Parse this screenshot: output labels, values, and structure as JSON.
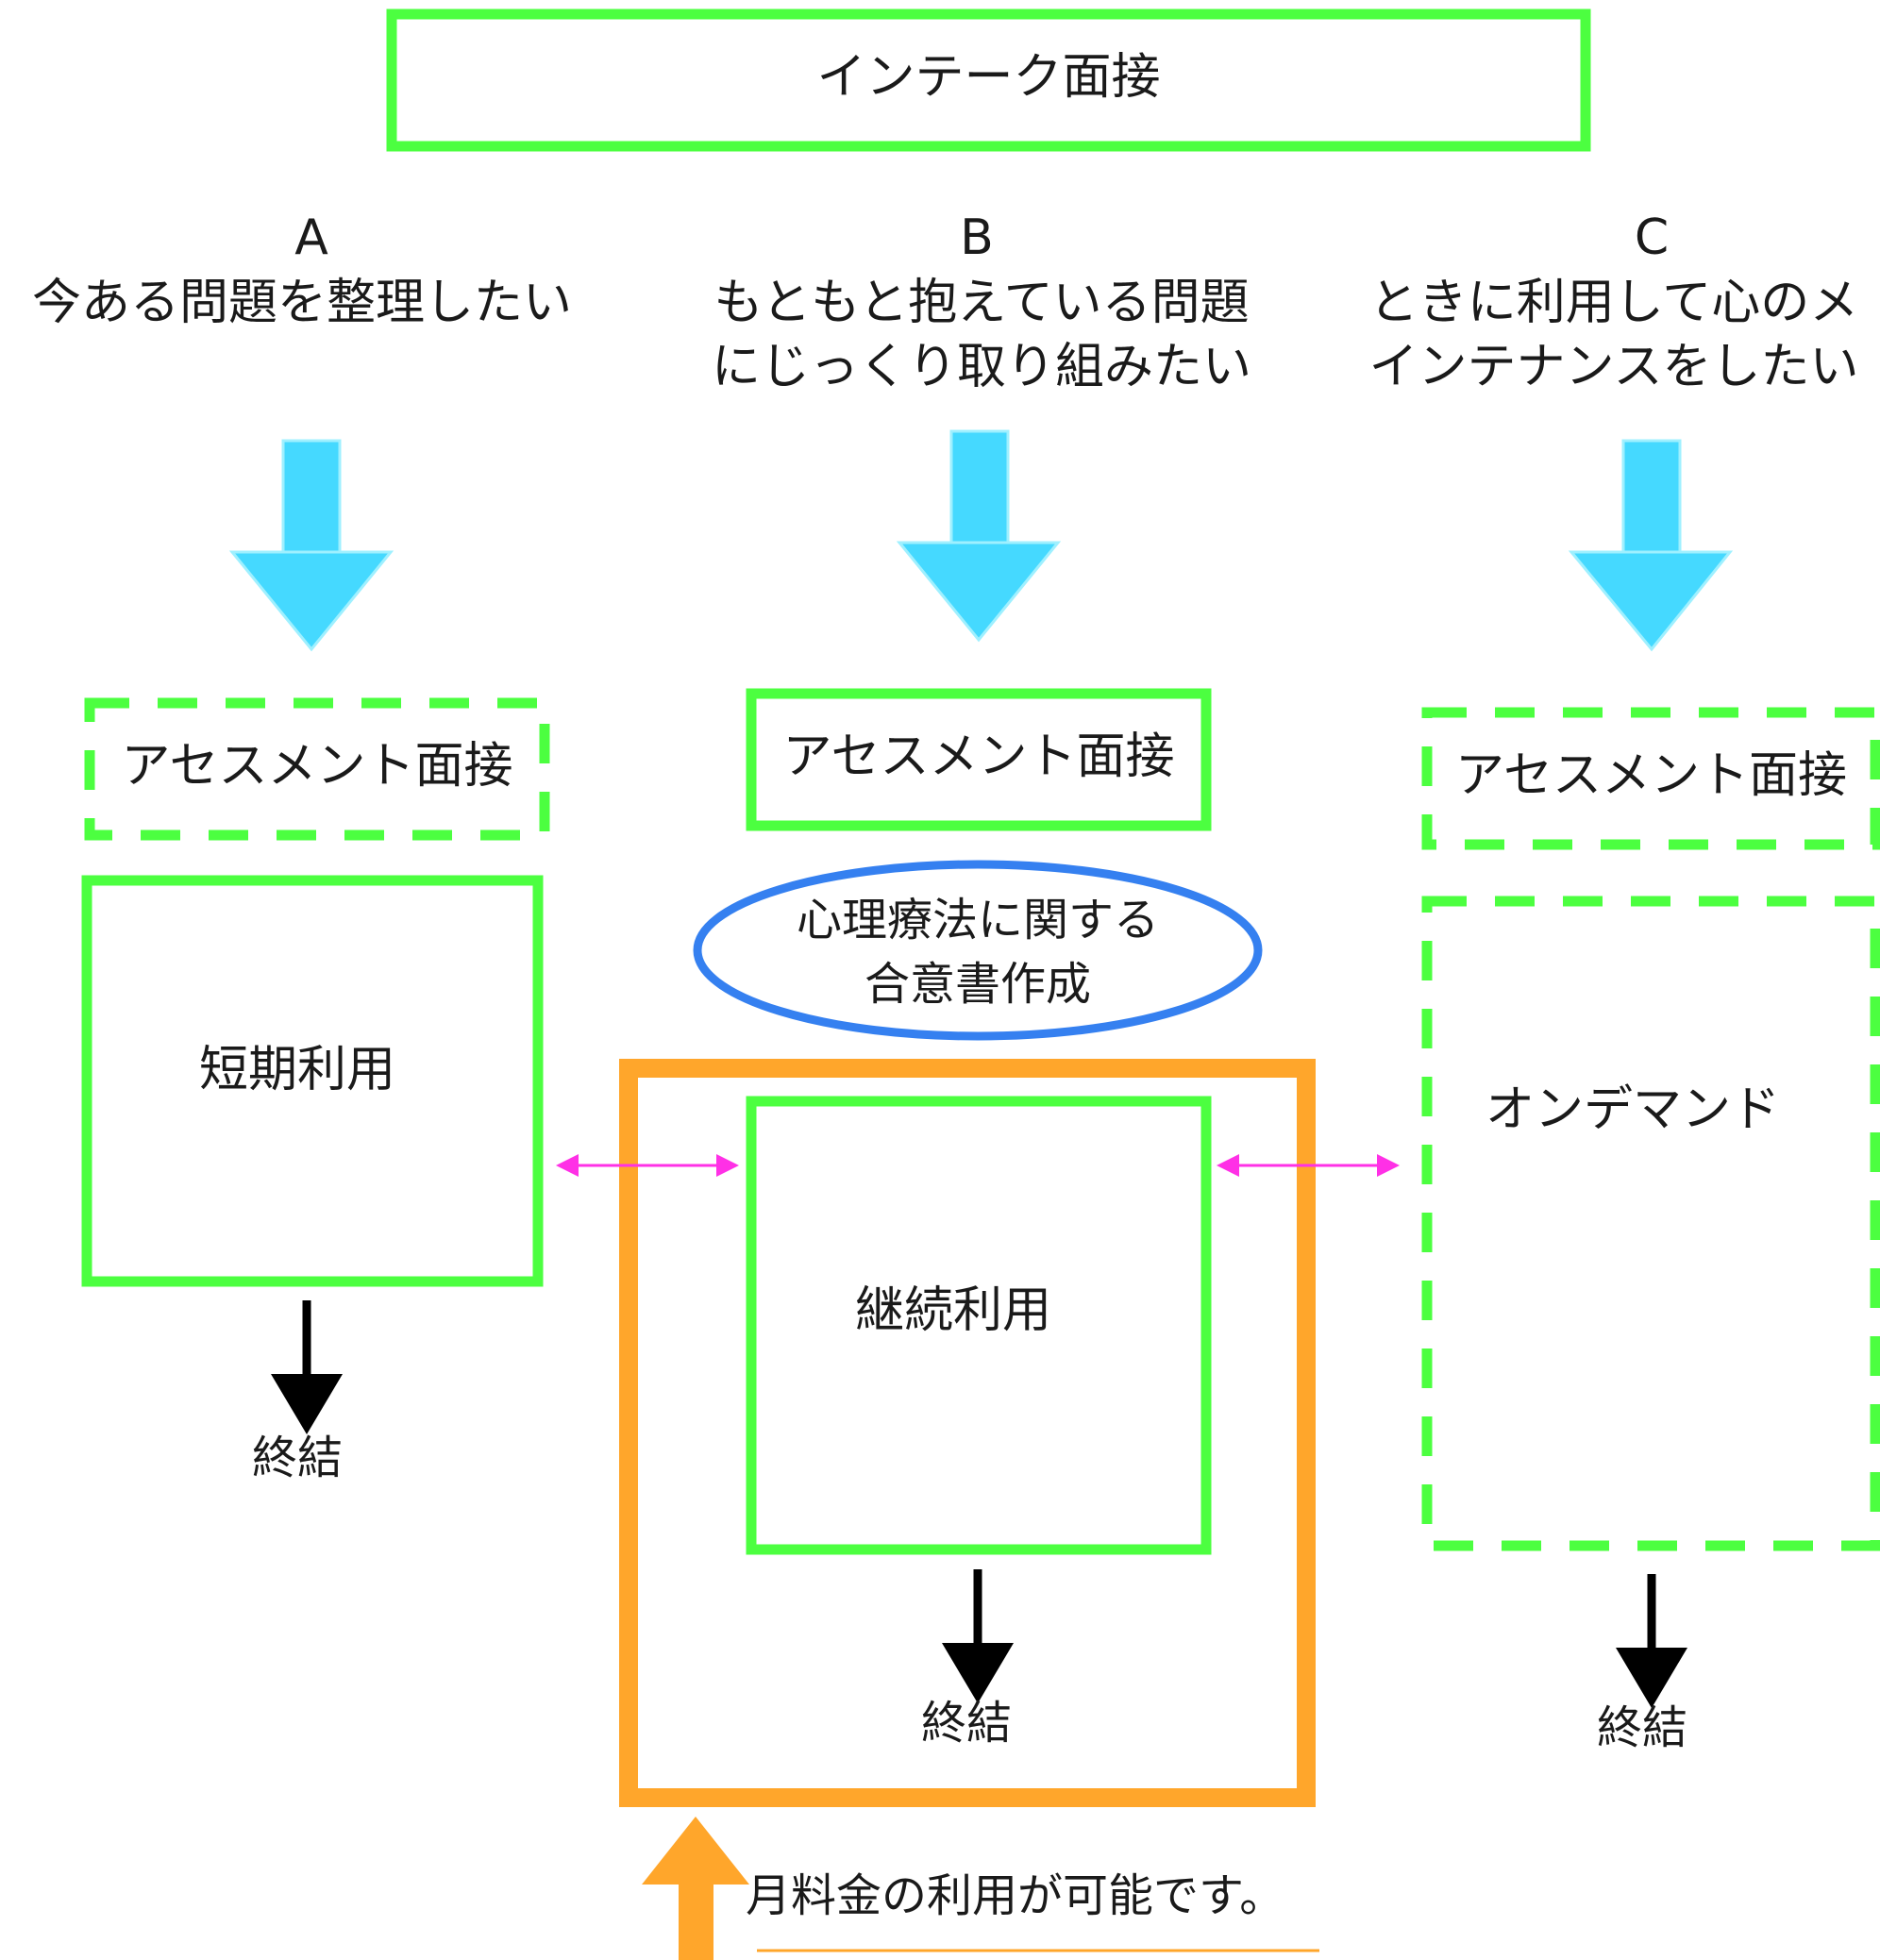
{
  "colors": {
    "green": "#4cff40",
    "cyan": "#45d9ff",
    "blue": "#3580f0",
    "orange": "#ffa62b",
    "magenta": "#ff30e6",
    "black": "#000000"
  },
  "intake": {
    "label": "インテーク面接"
  },
  "paths": [
    {
      "letter": "A",
      "desc_lines": [
        "今ある問題を整理したい"
      ],
      "assessment": "アセスメント面接",
      "assessment_style": "dashed",
      "service": "短期利用",
      "service_style": "solid",
      "end": "終結"
    },
    {
      "letter": "B",
      "desc_lines": [
        "もともと抱えている問題",
        "にじっくり取り組みたい"
      ],
      "assessment": "アセスメント面接",
      "assessment_style": "solid",
      "consent_lines": [
        "心理療法に関する",
        "合意書作成"
      ],
      "service": "継続利用",
      "service_style": "solid",
      "end": "終結"
    },
    {
      "letter": "C",
      "desc_lines": [
        "ときに利用して心のメ",
        "インテナンスをしたい"
      ],
      "assessment": "アセスメント面接",
      "assessment_style": "dashed",
      "service": "オンデマンド",
      "service_style": "dashed",
      "end": "終結"
    }
  ],
  "monthly_note": "月料金の利用が可能です。"
}
